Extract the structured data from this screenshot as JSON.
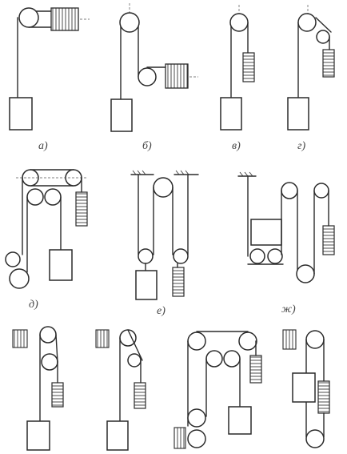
{
  "labels": {
    "a": "а)",
    "b": "б)",
    "v": "в)",
    "g": "г)",
    "d": "д)",
    "e": "е)",
    "zh": "ж)"
  }
}
